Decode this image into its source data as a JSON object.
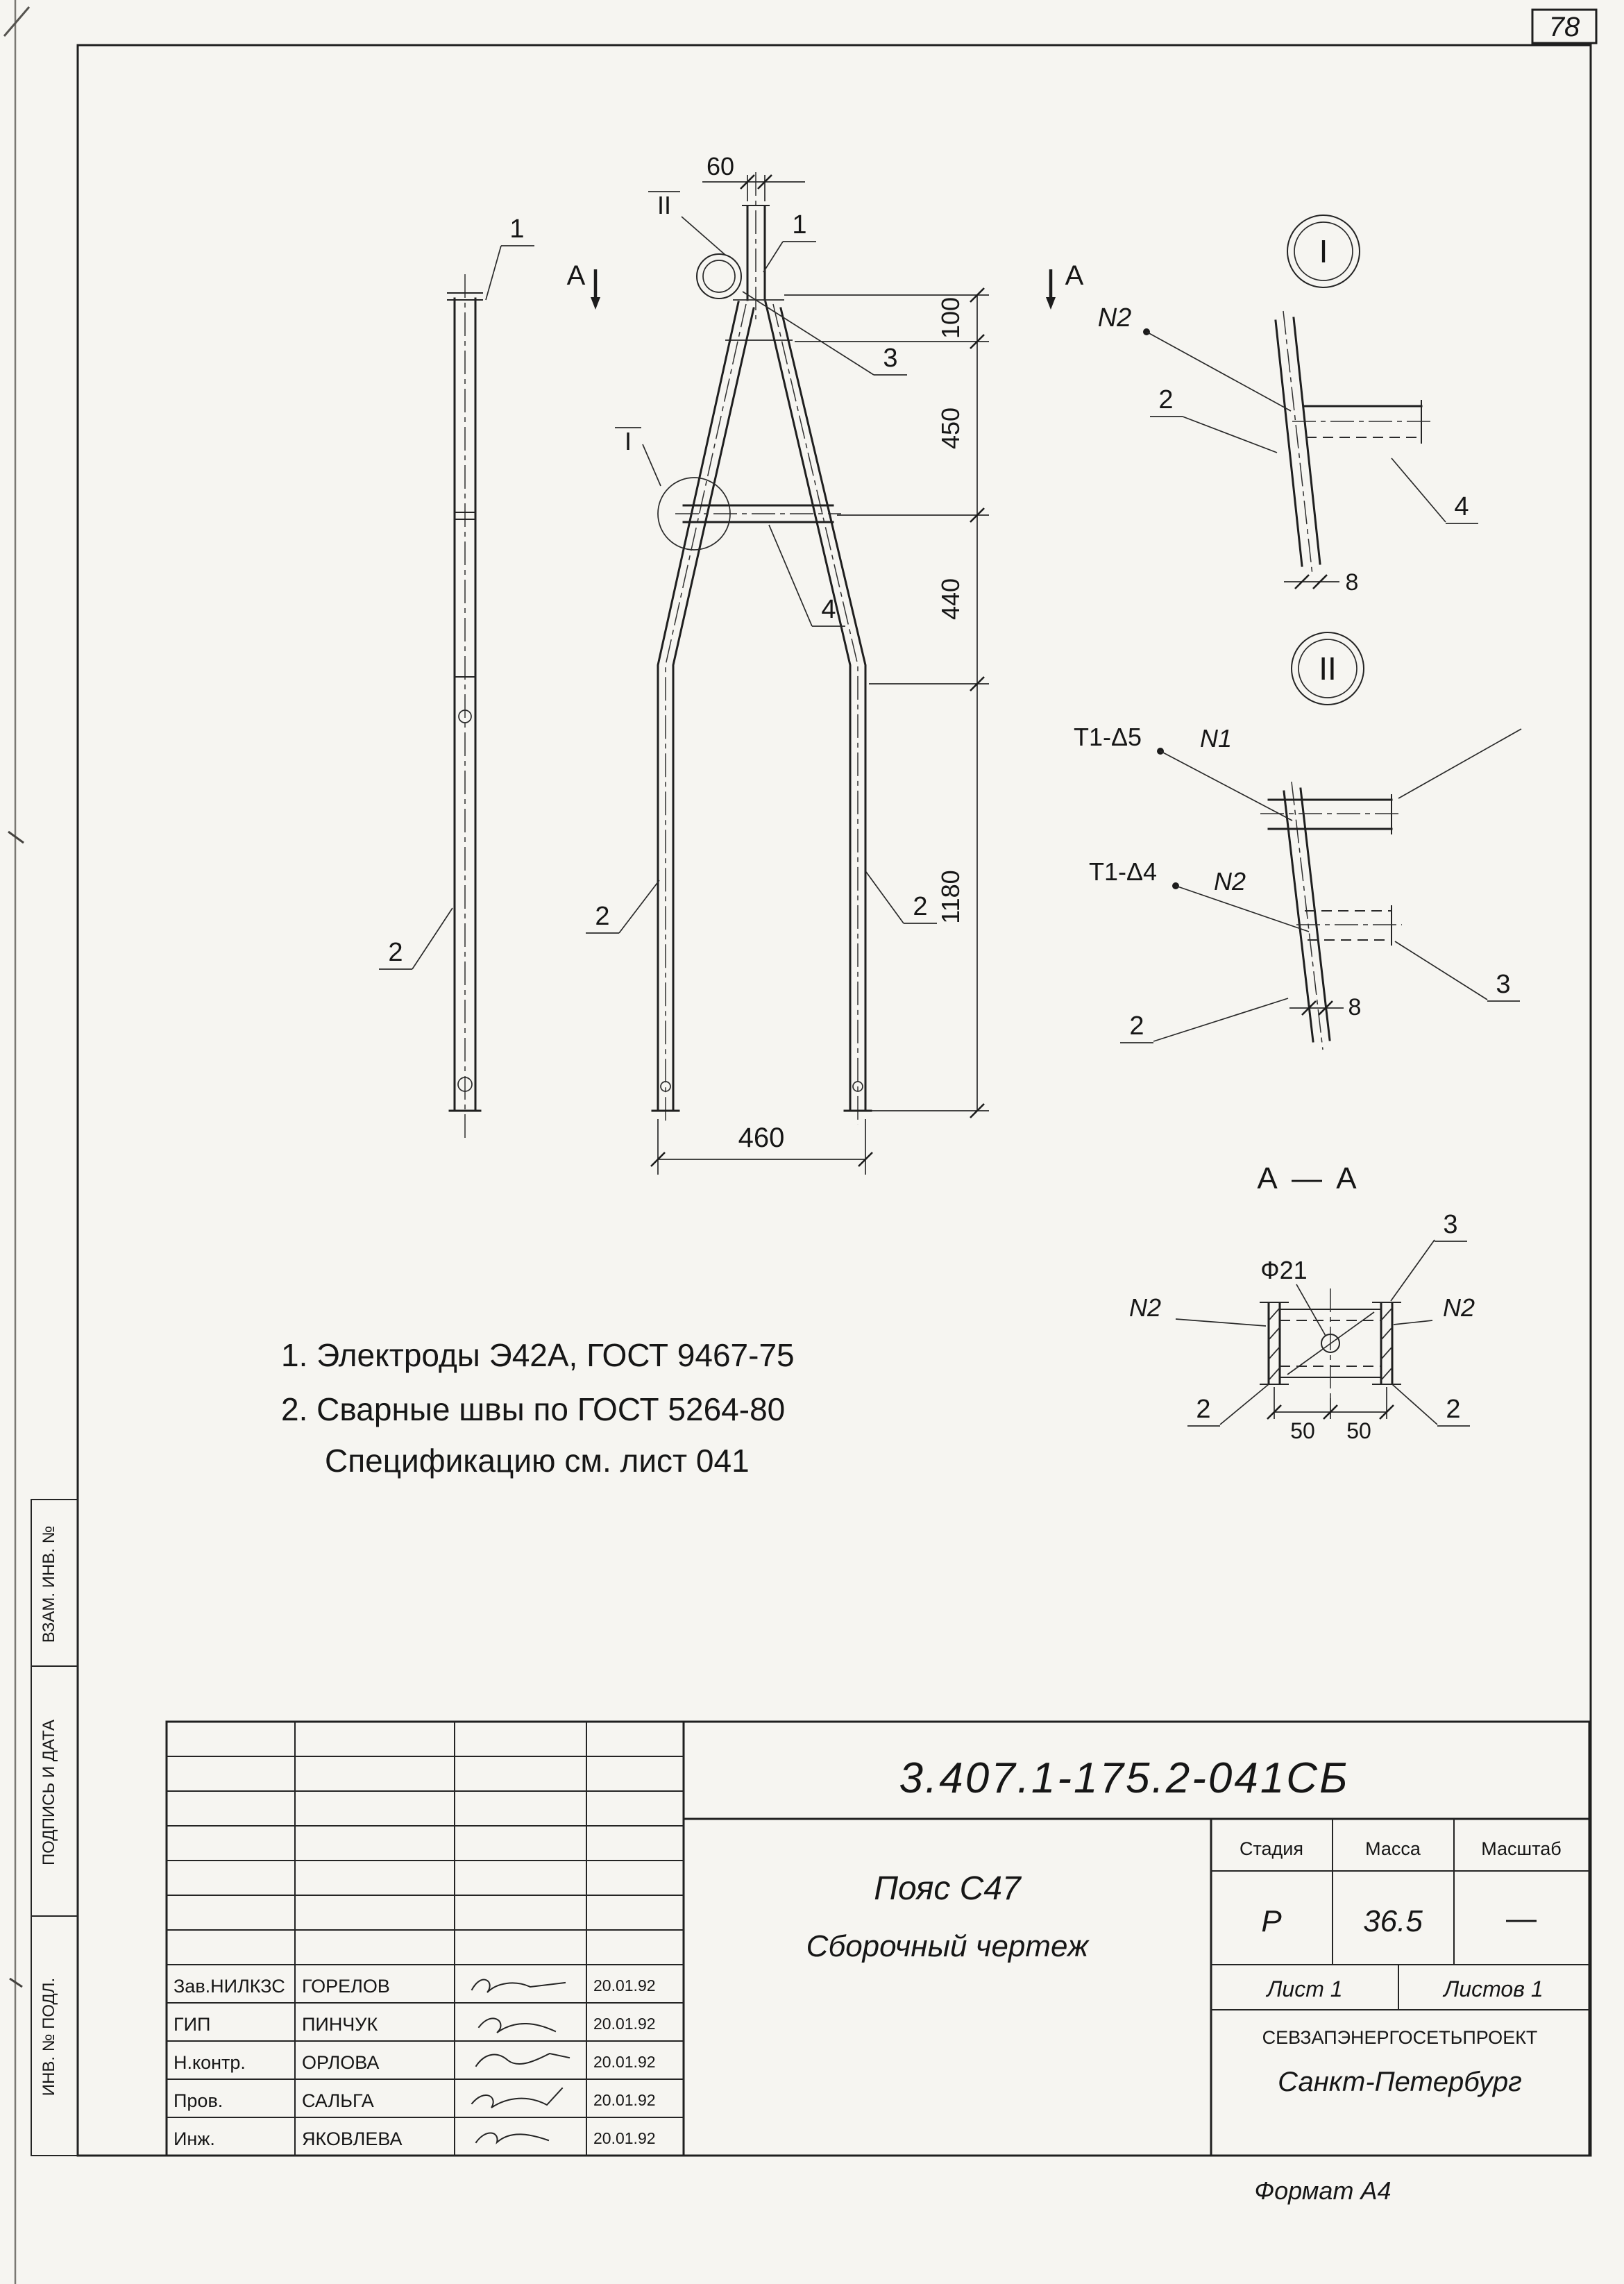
{
  "page": {
    "sheet_number": "78",
    "format_note": "Формат А4"
  },
  "labels": {
    "callout_1": "1",
    "callout_2": "2",
    "callout_3": "3",
    "callout_4": "4",
    "section_a": "А",
    "section_aa_title": "А — А",
    "detail_i": "I",
    "detail_ii": "II",
    "weld_n1": "N1",
    "weld_n2": "N2",
    "weld_t1d5": "Т1-Δ5",
    "weld_t1d4": "Т1-Δ4"
  },
  "dimensions": {
    "top_width": "60",
    "h1": "100",
    "h2": "450",
    "h3": "440",
    "h4": "1180",
    "base_width": "460",
    "weld_size": "8",
    "hole_dia": "Ф21",
    "half_left": "50",
    "half_right": "50"
  },
  "notes": {
    "line1": "1. Электроды Э42А, ГОСТ 9467-75",
    "line2": "2. Сварные швы по ГОСТ 5264-80",
    "line3": "Спецификацию см. лист 041"
  },
  "title_block": {
    "doc_number": "3.407.1-175.2-041СБ",
    "title_line1": "Пояс С47",
    "title_line2": "Сборочный чертеж",
    "stage_header": "Стадия",
    "mass_header": "Масса",
    "scale_header": "Масштаб",
    "stage_value": "Р",
    "mass_value": "36.5",
    "scale_value": "—",
    "sheet_label": "Лист 1",
    "sheets_label": "Листов 1",
    "organization": "СЕВЗАПЭНЕРГОСЕТЬПРОЕКТ",
    "city": "Санкт-Петербург",
    "rows": [
      {
        "role": "Зав.НИЛКЗС",
        "name": "ГОРЕЛОВ",
        "date": "20.01.92"
      },
      {
        "role": "ГИП",
        "name": "ПИНЧУК",
        "date": "20.01.92"
      },
      {
        "role": "Н.контр.",
        "name": "ОРЛОВА",
        "date": "20.01.92"
      },
      {
        "role": "Пров.",
        "name": "САЛЬГА",
        "date": "20.01.92"
      },
      {
        "role": "Инж.",
        "name": "ЯКОВЛЕВА",
        "date": "20.01.92"
      }
    ]
  },
  "side_column": {
    "box_top": "ВЗАМ. ИНВ. №",
    "box_middle": "ПОДПИСЬ И ДАТА",
    "box_bottom": "ИНВ. № ПОДЛ."
  }
}
